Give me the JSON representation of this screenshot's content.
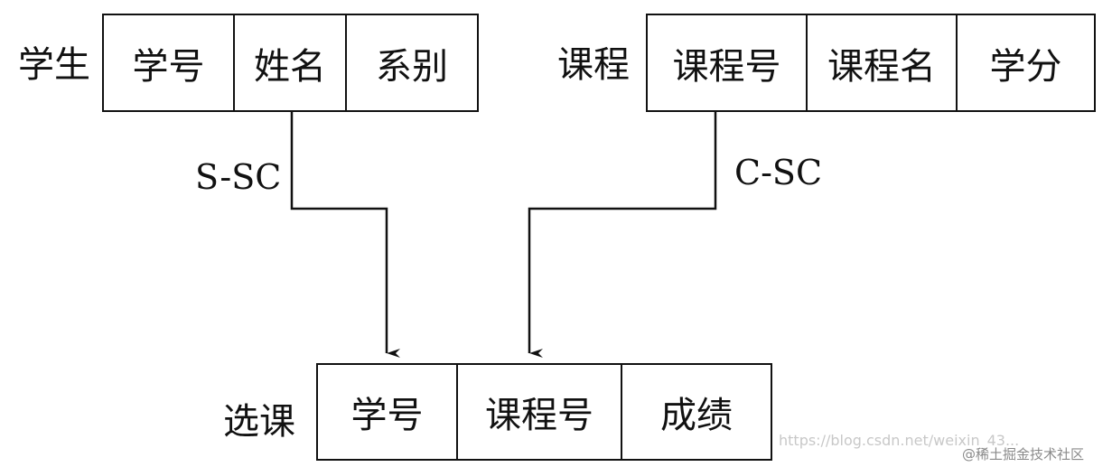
{
  "student": {
    "label": "学生",
    "fields": [
      "学号",
      "姓名",
      "系别"
    ]
  },
  "course": {
    "label": "课程",
    "fields": [
      "课程号",
      "课程名",
      "学分"
    ]
  },
  "enrollment": {
    "label": "选课",
    "fields": [
      "学号",
      "课程号",
      "成绩"
    ]
  },
  "relations": {
    "s_sc": "S-SC",
    "c_sc": "C-SC"
  },
  "watermark": "https://blog.csdn.net/weixin_43...",
  "credit": "@稀土掘金技术社区"
}
